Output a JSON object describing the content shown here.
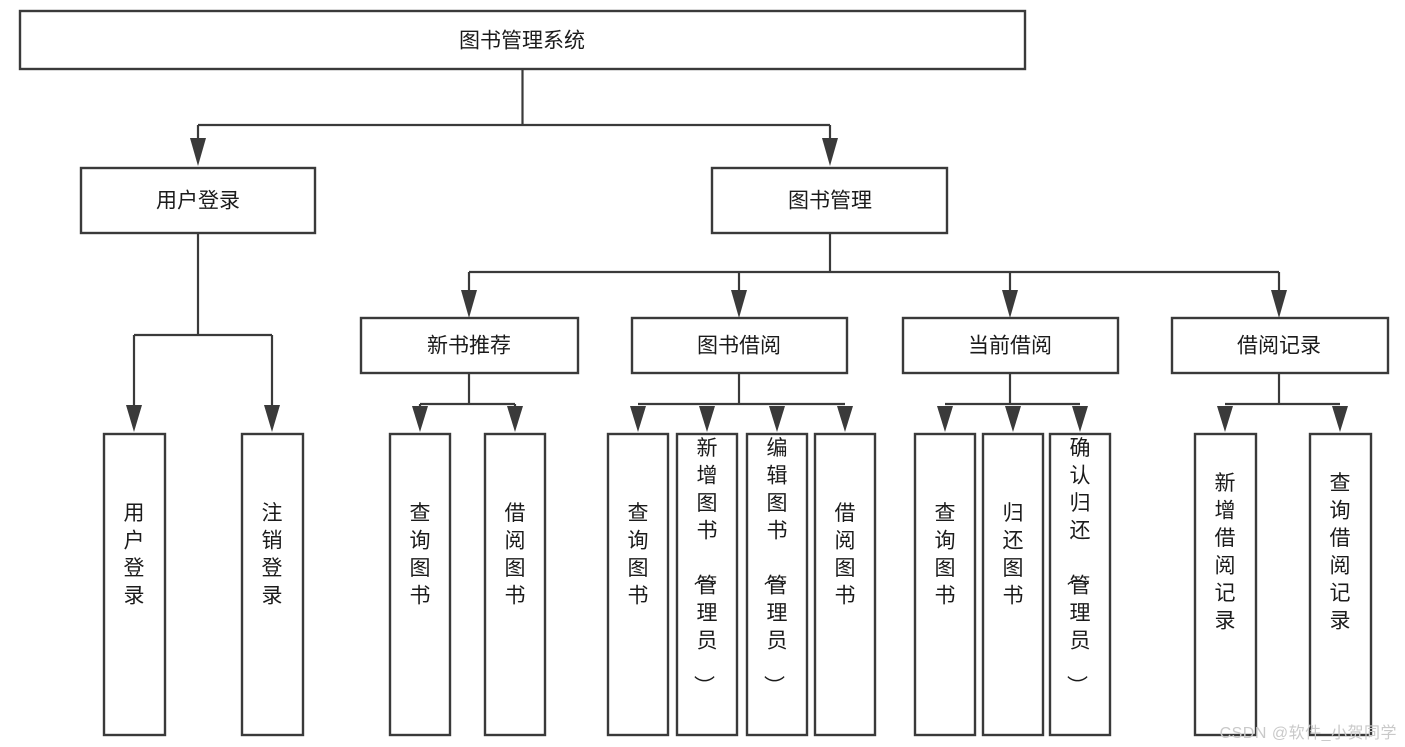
{
  "diagram": {
    "type": "tree",
    "title": "图书管理系统",
    "orientation": "top-down",
    "root": {
      "id": "root",
      "label": "图书管理系统"
    },
    "level2": [
      {
        "id": "user-login",
        "label": "用户登录"
      },
      {
        "id": "book-manage",
        "label": "图书管理"
      }
    ],
    "level3": [
      {
        "id": "new-book-recommend",
        "label": "新书推荐",
        "parent": "book-manage"
      },
      {
        "id": "book-borrow",
        "label": "图书借阅",
        "parent": "book-manage"
      },
      {
        "id": "current-borrow",
        "label": "当前借阅",
        "parent": "book-manage"
      },
      {
        "id": "borrow-record",
        "label": "借阅记录",
        "parent": "book-manage"
      }
    ],
    "leaves": [
      {
        "id": "leaf-user-login",
        "label": "用户登录",
        "parent": "user-login"
      },
      {
        "id": "leaf-user-logout",
        "label": "注销登录",
        "parent": "user-login"
      },
      {
        "id": "leaf-query-book-1",
        "label": "查询图书",
        "parent": "new-book-recommend"
      },
      {
        "id": "leaf-borrow-book-1",
        "label": "借阅图书",
        "parent": "new-book-recommend"
      },
      {
        "id": "leaf-query-book-2",
        "label": "查询图书",
        "parent": "book-borrow"
      },
      {
        "id": "leaf-add-book",
        "label": "新增图书（管理员）",
        "parent": "book-borrow"
      },
      {
        "id": "leaf-edit-book",
        "label": "编辑图书（管理员）",
        "parent": "book-borrow"
      },
      {
        "id": "leaf-borrow-book-2",
        "label": "借阅图书",
        "parent": "book-borrow"
      },
      {
        "id": "leaf-query-book-3",
        "label": "查询图书",
        "parent": "current-borrow"
      },
      {
        "id": "leaf-return-book",
        "label": "归还图书",
        "parent": "current-borrow"
      },
      {
        "id": "leaf-confirm-return",
        "label": "确认归还（管理员）",
        "parent": "current-borrow"
      },
      {
        "id": "leaf-add-record",
        "label": "新增借阅记录",
        "parent": "borrow-record"
      },
      {
        "id": "leaf-query-record",
        "label": "查询借阅记录",
        "parent": "borrow-record"
      }
    ]
  },
  "watermark": {
    "text": "CSDN @软件_小贺同学"
  },
  "colors": {
    "background": "#ffffff",
    "box_fill": "#ffffff",
    "box_stroke": "#3a3a3a",
    "connector": "#3a3a3a",
    "text": "#1b1b1b",
    "watermark": "#c9c9c9"
  }
}
